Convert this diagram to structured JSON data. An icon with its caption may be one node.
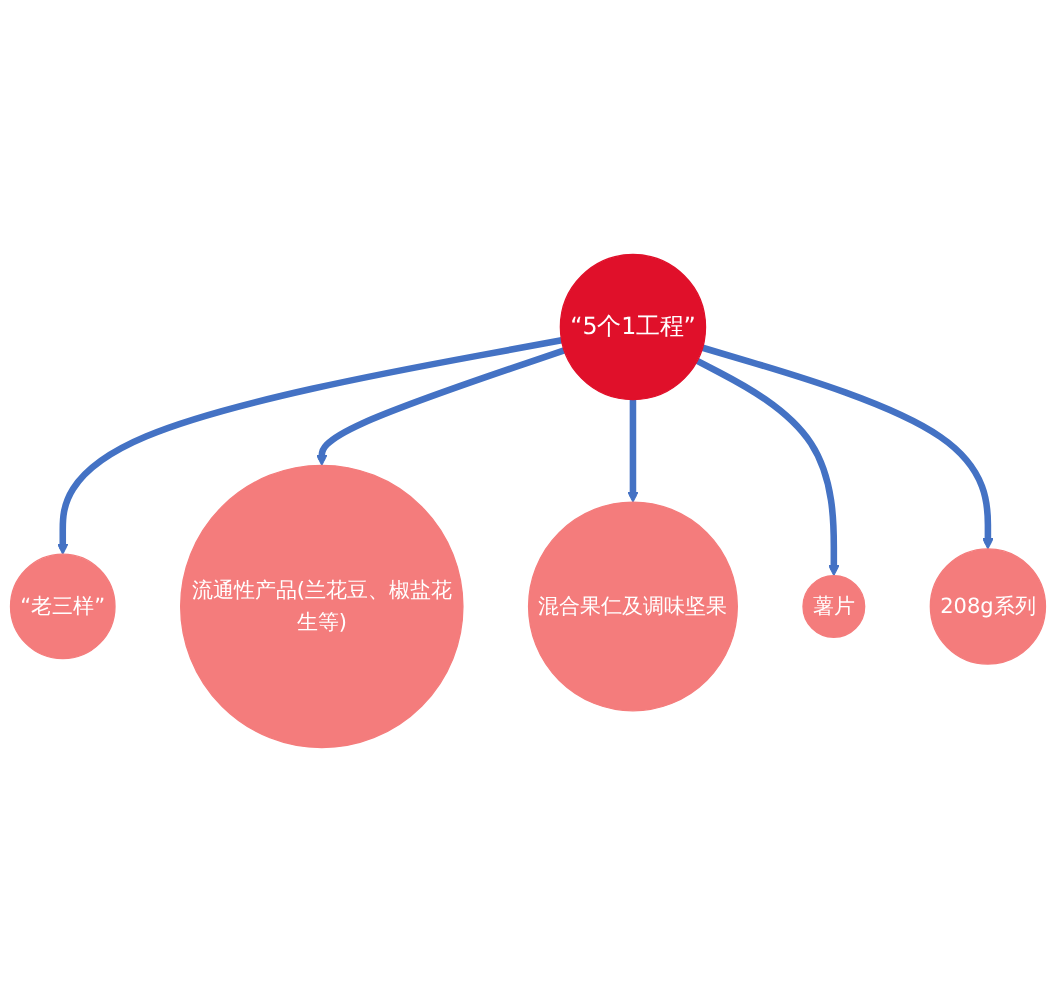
{
  "diagram": {
    "nodes": [
      {
        "text": [
          "“老三样”"
        ]
      },
      {
        "text": [
          "流通性产品(兰花豆、椒盐花生等)"
        ]
      },
      {
        "text": [
          "混合果仁及调味坚果"
        ]
      },
      {
        "text": [
          "“5个1工程”"
        ]
      },
      {
        "text": [
          "薯片"
        ]
      },
      {
        "text": [
          "208g系列"
        ]
      }
    ],
    "edges": [
      {
        "from": 3,
        "to": 0,
        "arrow": "to"
      },
      {
        "from": 3,
        "to": 1,
        "arrow": "to"
      },
      {
        "from": 3,
        "to": 2,
        "arrow": "to"
      },
      {
        "from": 3,
        "to": 4,
        "arrow": "to"
      },
      {
        "from": 3,
        "to": 5,
        "arrow": "to"
      }
    ]
  }
}
